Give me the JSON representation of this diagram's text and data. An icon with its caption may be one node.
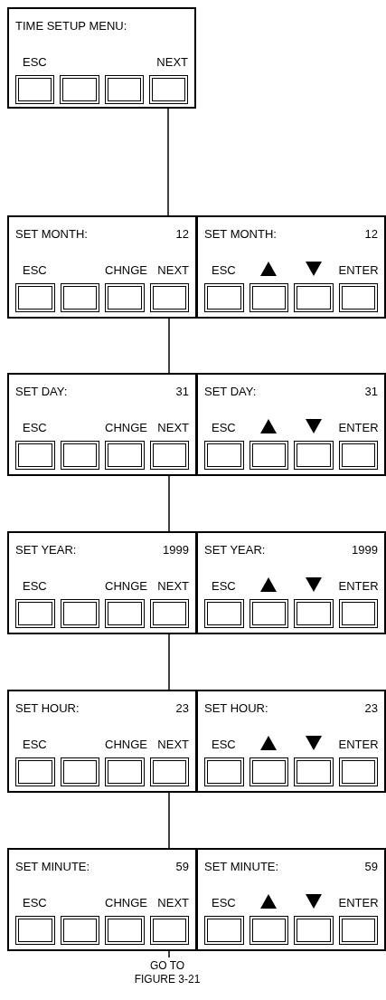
{
  "diagram": {
    "nodes": [
      {
        "text": [
          "TIME SETUP MENU:",
          "ESC",
          "NEXT"
        ]
      },
      {
        "text": [
          "SET MONTH:",
          "12",
          "ESC",
          "CHNGE",
          "NEXT"
        ]
      },
      {
        "text": [
          "SET MONTH:",
          "12",
          "ESC",
          "ENTER"
        ]
      },
      {
        "text": [
          "SET DAY:",
          "31",
          "ESC",
          "CHNGE",
          "NEXT"
        ]
      },
      {
        "text": [
          "SET DAY:",
          "31",
          "ESC",
          "ENTER"
        ]
      },
      {
        "text": [
          "SET YEAR:",
          "1999",
          "ESC",
          "CHNGE",
          "NEXT"
        ]
      },
      {
        "text": [
          "SET YEAR:",
          "1999",
          "ESC",
          "ENTER"
        ]
      },
      {
        "text": [
          "SET HOUR:",
          "23",
          "ESC",
          "CHNGE",
          "NEXT"
        ]
      },
      {
        "text": [
          "SET HOUR:",
          "23",
          "ESC",
          "ENTER"
        ]
      },
      {
        "text": [
          "SET MINUTE:",
          "59",
          "ESC",
          "CHNGE",
          "NEXT"
        ]
      },
      {
        "text": [
          "SET MINUTE:",
          "59",
          "ESC",
          "ENTER"
        ]
      },
      {
        "text": [
          "GO TO FIGURE 3-21"
        ]
      }
    ],
    "edges": [
      {
        "from": 0,
        "to": 1,
        "arrow": "none"
      },
      {
        "from": 1,
        "to": 3,
        "arrow": "none"
      },
      {
        "from": 3,
        "to": 5,
        "arrow": "none"
      },
      {
        "from": 5,
        "to": 7,
        "arrow": "none"
      },
      {
        "from": 7,
        "to": 9,
        "arrow": "none"
      },
      {
        "from": 9,
        "to": 11,
        "arrow": "none"
      }
    ]
  }
}
